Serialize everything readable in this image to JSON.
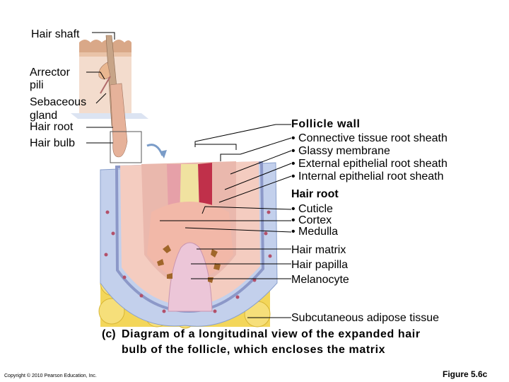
{
  "left_labels": {
    "hair_shaft": "Hair shaft",
    "arrector_pili": [
      "Arrector",
      "pili"
    ],
    "sebaceous_gland": [
      "Sebaceous",
      "gland"
    ],
    "hair_root": "Hair root",
    "hair_bulb": "Hair bulb"
  },
  "follicle_wall": {
    "heading": "Follicle wall",
    "items": [
      "• Connective tissue root sheath",
      "• Glassy membrane",
      "• External epithelial root sheath",
      "• Internal epithelial root sheath"
    ]
  },
  "hair_root_section": {
    "heading": "Hair root",
    "items": [
      "• Cuticle",
      "• Cortex",
      "• Medulla"
    ]
  },
  "other_labels": {
    "hair_matrix": "Hair matrix",
    "hair_papilla": "Hair papilla",
    "melanocyte": "Melanocyte",
    "adipose": "Subcutaneous adipose tissue"
  },
  "caption": {
    "letter": "(c)",
    "line1": "Diagram of a longitudinal view of the expanded hair",
    "line2": "bulb of the follicle, which encloses the matrix"
  },
  "copyright": "Copyright © 2010 Pearson Education, Inc.",
  "figure": "Figure 5.6c",
  "colors": {
    "skin": "#e8b79a",
    "adipose": "#f3d65a",
    "connective": "#b8c8e8",
    "epithelium": "#f2c3b8",
    "hair_red": "#c0304a",
    "papilla": "#ecc6d8"
  }
}
